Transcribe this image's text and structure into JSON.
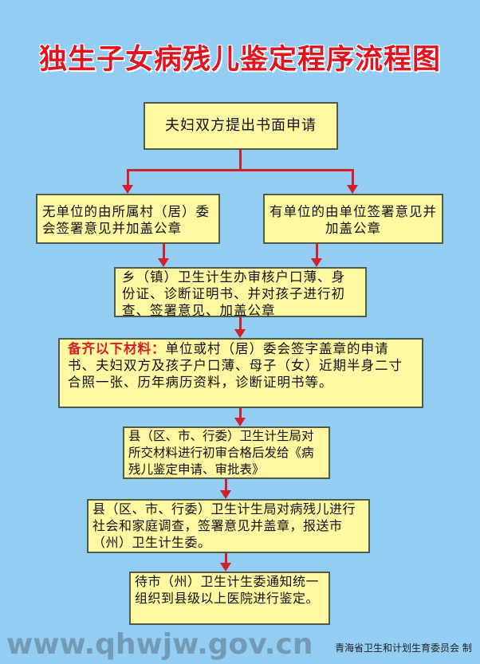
{
  "title": "独生子女病残儿鉴定程序流程图",
  "steps": {
    "s1": "夫妇双方提出书面申请",
    "s2a": "无单位的由所属村（居）委会签署意见并加盖公章",
    "s2b": "有单位的由单位签署意见并加盖公章",
    "s3": "乡（镇）卫生计生办审核户口薄、身份证、诊断证明书、并对孩子进行初查、签署意见、加盖公章",
    "s4_label": "备齐以下材料：",
    "s4": "单位或村（居）委会签字盖章的申请书、夫妇双方及孩子户口薄、母子（女）近期半身二寸合照一张、历年病历资料，诊断证明书等。",
    "s5": "县（区、市、行委）卫生计生局对所交材料进行初审合格后发给《病残儿鉴定申请、审批表》",
    "s6": "县（区、市、行委）卫生计生局对病残儿进行社会和家庭调查，签署意见并盖章，报送市（州）卫生计生委。",
    "s7": "待市（州）卫生计生委通知统一组织到县级以上医院进行鉴定。"
  },
  "watermark": "www.qhwjw.gov.cn",
  "credit": "青海省卫生和计划生育委员会 制",
  "colors": {
    "background": "#93cdf1",
    "box": "#fff8a2",
    "arrow": "#d4202a",
    "title": "#e0141e"
  }
}
